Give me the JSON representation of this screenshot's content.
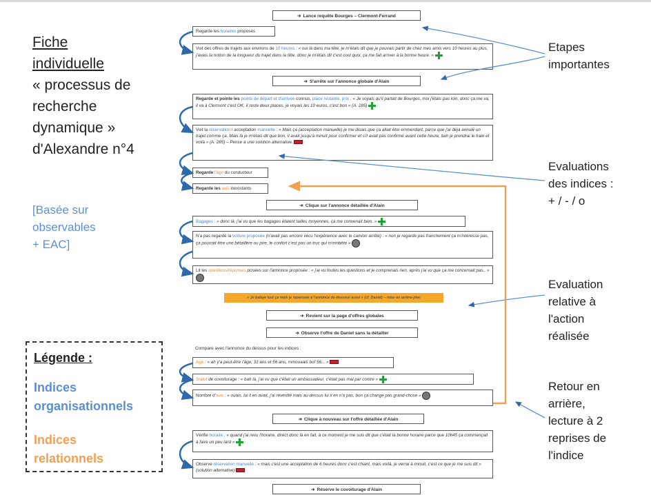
{
  "left": {
    "title_underlined": [
      "Fiche",
      "individuelle"
    ],
    "title_rest": [
      "« processus de",
      "recherche",
      "dynamique »",
      "d'Alexandre n°4"
    ],
    "based_lines": [
      "[Basée sur",
      "observables",
      "+ EAC]"
    ]
  },
  "legend": {
    "title": "Légende :",
    "org_lines": [
      "Indices",
      "organisationnels"
    ],
    "rel_lines": [
      "Indices",
      "relationnels"
    ]
  },
  "annotations": {
    "etapes": [
      "Etapes",
      "importantes"
    ],
    "evaluations": [
      "Evaluations",
      "des indices :",
      "+ / - / o"
    ],
    "evaluation_relative": [
      "Evaluation",
      "relative à",
      "l'action",
      "réalisée"
    ],
    "retour": [
      "Retour en",
      "arrière,",
      "lecture à 2",
      "reprises de",
      "l'indice"
    ]
  },
  "colors": {
    "organisationnel": "#5b8fd4",
    "relationnel": "#f0a050",
    "plus": "#1fa038",
    "minus": "#c0202a",
    "neutral": "#777777"
  },
  "actions": {
    "a1": "Lance requête Bourges – Clermont-Ferrand",
    "a2": "S'arrête sur l'annonce globale d'Alain",
    "a3": "Clique sur l'annonce détaillée d'Alain",
    "a4": "Revient sur la page d'offres globales",
    "a5": "Observe l'offre de Daniel sans la détailler",
    "a6": "Clique à nouveau sur l'offre détaillée d'Alain",
    "a7": "Réserve le covoiturage d'Alain"
  },
  "boxes": {
    "b1": {
      "pre": "Regarde les ",
      "kw": "horaires",
      "post": " proposés"
    },
    "b2": {
      "pre": "Voit des offres de trajets aux environs de ",
      "kw": "10 heures",
      "post": " : « oui là dans ma tête, je m'étais dit que je pouvais partir de chez mes amis vers 10 heures au plus, j'avais la notion de la longueur du trajet dans la tête, donc je m'étais dit c'est cool quoi, ça me fait arriver à la bonne heure. »"
    },
    "b3": {
      "pre": "Regarde et pointe les ",
      "kw": "points de départ et d'arrivée",
      "mid": " connus, ",
      "kw2": "place restante, prix",
      "post": " : « Je voyais qu'il partait de Bourges, moi j'étais pas loin, donc ça me va, il va à Clermont c'est OK, il reste deux places, je voyais les 10 euros, c'est bon » (A. 285)"
    },
    "b4": {
      "pre": "Voit la ",
      "kw": "réservation",
      "mid": " / acceptation ",
      "kw2": "manuelle",
      "post": " : « Mais ça (acceptation manuelle) je me disais que ça allait être emmerdant, parce que j'ai déjà annulé un trajet comme ça. Mais là je m'étais dit que bon, il avait jusqu'à minuit pour confirmer et s'il avait pas confirmé avant cette heure, bah je prendrai le train et voilà » (A. 285) – Pense à une solution alternative."
    },
    "b5": {
      "pre": "Regarde ",
      "kw": "l'âge",
      "post": " du conducteur"
    },
    "b6": {
      "pre": "Regarde les ",
      "kw": "avis",
      "post": " inexistants"
    },
    "b7": {
      "kw": "Bagages",
      "post": " : « donc là, j'ai vu que les bagages étaient tailles moyennes, ça me convenait bien. »"
    },
    "b8": {
      "pre": "N'a pas regardé la ",
      "kw": "voiture proposée",
      "post": " (n'avait pas encore vécu l'expérience avec le camion arrêté) : « non je regarde pas franchement ça m'intéresse pas, ça pourrait être une bétaillère ou pire, le confort c'est pas un truc qui m'embête »"
    },
    "b9": {
      "pre": "Lit les ",
      "kw": "questions/réponses",
      "post": " posées sur l'annonce proposée : « j'ai vu toutes les questions et je comprenais rien, après j'ai vu que ça me concernait pas.. »"
    },
    "orange_note": "« Je balaye tout ça mais je repensais à l'annonce du dessous aussi » (cf. Daniel) – mise en arrière-plan",
    "compare": "Compare avec l'annonce du dessus pour les indices :",
    "b10": {
      "kw": "Age",
      "post": " : « ah y'a peut-être l'âge, 31 ans et 56 ans, mmouaais bof 56... »"
    },
    "b11": {
      "kw": "Statut",
      "post": " de covoiturage : « bah là, j'ai vu que c'était un ambassadeur, c'était pas mal par contre »"
    },
    "b12": {
      "pre": "Nombre d'",
      "kw": "avis",
      "post": " : « ouais, lui il en avait, j'ai revérifié mais au-dessus lui il en n'a pas, bon ça change pas grand-chose »"
    },
    "b13": {
      "pre": "Vérifie ",
      "kw": "horaire",
      "post": " : « quand j'ai revu l'horaire, direct donc là en fait, à ce moment je me suis dit que c'était la bonne horaire parce que 10h45 ça commençait à faire un peu tard »"
    },
    "b14": {
      "pre": "Observe ",
      "kw": "réservation manuelle",
      "post": " : « mais c'est une acceptation de 6 heures donc c'est chiant, mais voilà, je verrai à minuit, c'est ce que je me suis dit » (solution alternative)"
    }
  }
}
